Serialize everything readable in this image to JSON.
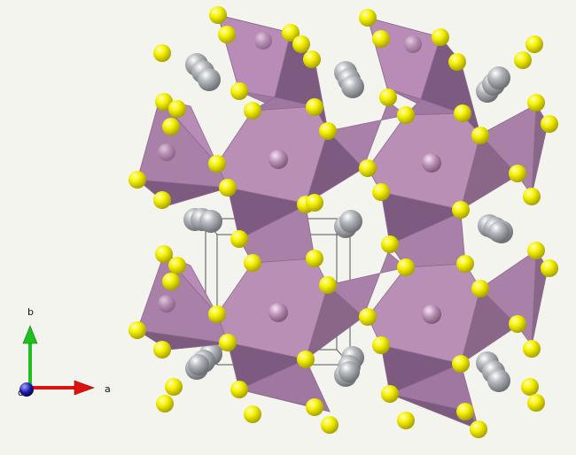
{
  "scene": {
    "background": "#f4f4ef",
    "polyhedron_color": "#b27fb0",
    "polyhedron_edge_color": "#8c6a8c",
    "anion_color": "#f2f000",
    "cation_color": "#a9aeb3",
    "center_atom_color": "#b98fb4",
    "cell_edge_color": "#555555"
  },
  "axes": {
    "a": {
      "label": "a",
      "color": "#e01010"
    },
    "b": {
      "label": "b",
      "color": "#1fbf1f"
    },
    "c": {
      "label": "c",
      "color": "#1a1aa0"
    }
  }
}
